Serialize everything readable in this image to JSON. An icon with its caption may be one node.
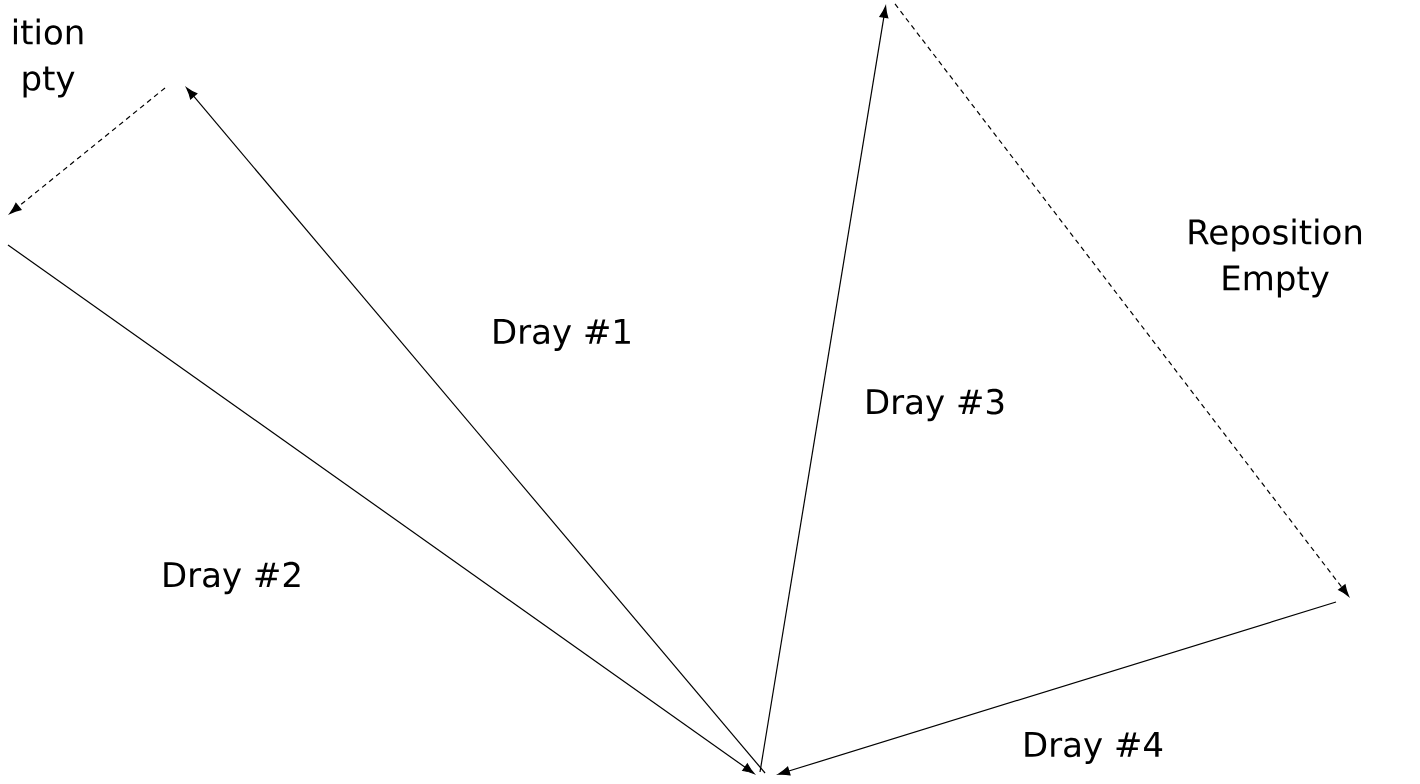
{
  "diagram": {
    "labels": [
      "ition pty",
      "Dray #1",
      "Reposition Empty",
      "Dray #3",
      "Dray #2",
      "Dray #4"
    ]
  }
}
